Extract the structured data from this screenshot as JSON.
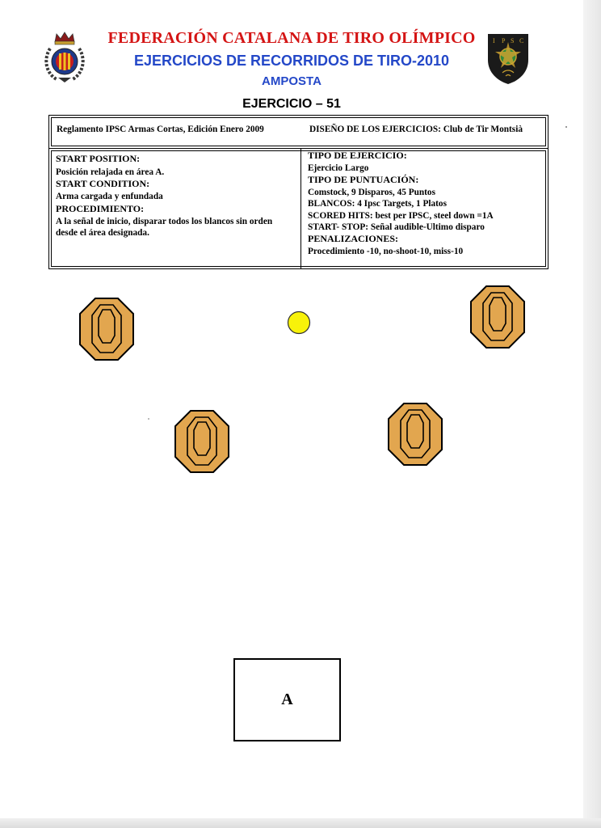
{
  "header": {
    "federation": "FEDERACIÓN CATALANA DE TIRO OLÍMPICO",
    "series_title": "EJERCICIOS DE RECORRIDOS DE TIRO-2010",
    "location": "AMPOSTA",
    "exercise": "EJERCICIO – 51"
  },
  "logos": {
    "left": "federation-crest",
    "right": "ipsc-shield",
    "right_letters": [
      "I",
      "P",
      "S",
      "C"
    ]
  },
  "info_top": {
    "regulation": "Reglamento IPSC Armas Cortas, Edición Enero 2009",
    "design": "DISEÑO DE LOS EJERCICIOS: Club de Tir Montsià"
  },
  "left_column": {
    "start_position_label": "START POSITION:",
    "start_position_value": "Posición relajada en área A.",
    "start_condition_label": "START CONDITION:",
    "start_condition_value": "Arma cargada y enfundada",
    "procedure_label": "PROCEDIMIENTO:",
    "procedure_line1": "A la señal de inicio, disparar todos los blancos sin orden",
    "procedure_line2": "desde el área designada."
  },
  "right_column": {
    "type_label": "TIPO DE EJERCICIO:",
    "type_value": "Ejercicio Largo",
    "scoring_label": "TIPO DE PUNTUACIÓN:",
    "scoring_value": "Comstock, 9 Disparos, 45 Puntos",
    "targets": "BLANCOS: 4 Ipsc Targets, 1 Platos",
    "scored_hits": "SCORED HITS: best per IPSC, steel down =1A",
    "start_stop": "START- STOP: Señal audible-Ultimo disparo",
    "penalties_label": "PENALIZACIONES:",
    "penalties_value": "Procedimiento -10, no-shoot-10, miss-10"
  },
  "stage": {
    "start_area_label": "A",
    "ipsc_target_count": 4,
    "steel_plate_count": 1,
    "target_color": "#e2a64f",
    "plate_color": "#f8f20a"
  }
}
